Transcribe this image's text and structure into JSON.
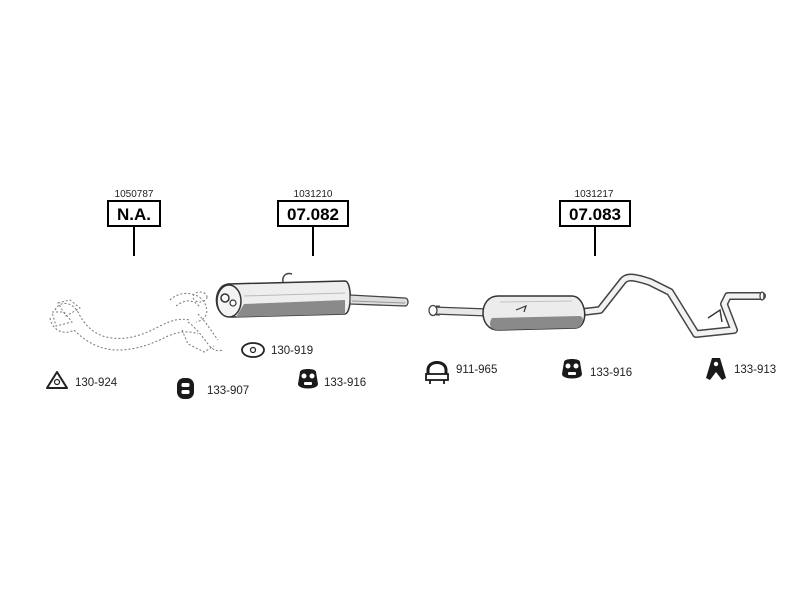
{
  "assemblies": [
    {
      "id": "front",
      "article_number": "1050787",
      "code": "N.A."
    },
    {
      "id": "middle",
      "article_number": "1031210",
      "code": "07.082"
    },
    {
      "id": "rear",
      "article_number": "1031217",
      "code": "07.083"
    }
  ],
  "fittings": [
    {
      "id": "gasket-front",
      "label": "130-924",
      "icon": "triangle-gasket-icon"
    },
    {
      "id": "rubber-hanger-1",
      "label": "133-907",
      "icon": "rubber-ring-hanger-icon"
    },
    {
      "id": "gasket-oval",
      "label": "130-919",
      "icon": "oval-gasket-icon"
    },
    {
      "id": "mount-1",
      "label": "133-916",
      "icon": "rubber-mount-icon"
    },
    {
      "id": "clamp",
      "label": "911-965",
      "icon": "u-clamp-icon"
    },
    {
      "id": "mount-2",
      "label": "133-916",
      "icon": "rubber-mount-icon"
    },
    {
      "id": "bracket",
      "label": "133-913",
      "icon": "hanger-bracket-icon"
    }
  ]
}
